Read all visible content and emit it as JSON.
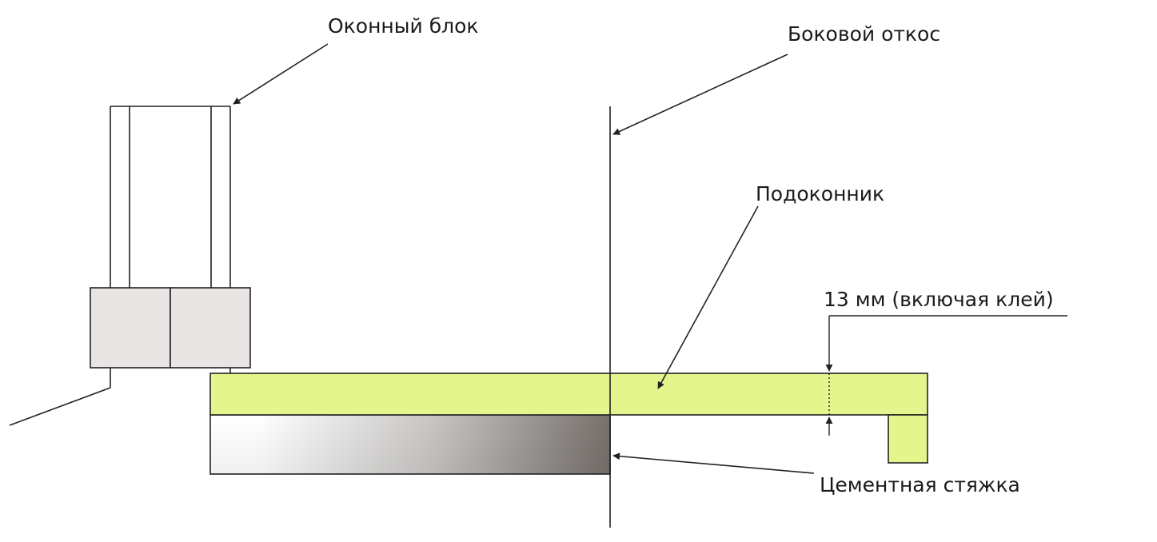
{
  "labels": {
    "window_block": "Оконный блок",
    "side_slope": "Боковой откос",
    "sill": "Подоконник",
    "thickness": "13 мм (включая клей)",
    "screed": "Цементная стяжка"
  },
  "colors": {
    "sill_fill": "#e3f58c",
    "window_box_fill": "#e8e4e4",
    "screed_gradient_start": "#ffffff",
    "screed_gradient_end": "#77706c",
    "line": "#222222"
  },
  "icons": {
    "arrow": "arrowhead-icon",
    "dimension": "dimension-marker-icon"
  }
}
